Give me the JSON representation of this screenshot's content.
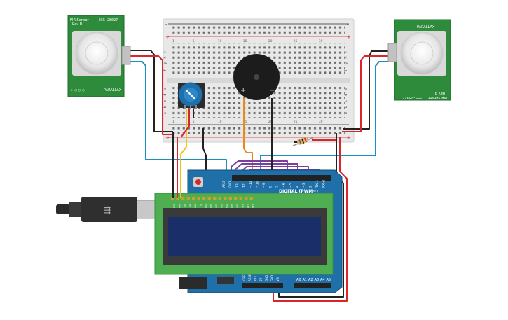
{
  "pir_left": {
    "title": "PIR Sensor",
    "rev": "Rev B",
    "part": "555-28027",
    "brand": "PARALLAX"
  },
  "pir_right": {
    "title": "PIR Sensor",
    "rev": "Rev B",
    "part": "555-28027",
    "brand": "PARALLAX"
  },
  "breadboard": {
    "row_letters_top": [
      "j",
      "i",
      "h",
      "g",
      "f"
    ],
    "row_letters_bottom": [
      "e",
      "d",
      "c",
      "b",
      "a"
    ],
    "column_numbers": [
      "1",
      "5",
      "10",
      "15",
      "20",
      "25",
      "30"
    ],
    "rail_plus": "+",
    "rail_minus": "-"
  },
  "buzzer": {
    "plus": "+",
    "minus": "−"
  },
  "arduino": {
    "digital_label": "DIGITAL (PWM~)",
    "aref": "AREF",
    "gnd": "GND",
    "pins_top": [
      "13",
      "12",
      "~11",
      "~10",
      "~9",
      "8",
      "7",
      "~6",
      "~5",
      "4",
      "~3",
      "2",
      "TX▸1",
      "RX◂0"
    ],
    "power_pins": [
      "IOREF",
      "RESET",
      "3V3",
      "5V",
      "GND",
      "GND",
      "VIN"
    ],
    "analog_pins": [
      "A0",
      "A1",
      "A2",
      "A3",
      "A4",
      "A5"
    ]
  },
  "lcd": {
    "pins": [
      "GND",
      "VCC",
      "V0",
      "RS",
      "RW",
      "E",
      "DB0",
      "DB1",
      "DB2",
      "DB3",
      "DB4",
      "DB5",
      "DB6",
      "DB7",
      "LED",
      "LED"
    ]
  },
  "colors": {
    "pcb_green": "#2e8b3c",
    "lcd_green": "#4fae52",
    "arduino_blue": "#1f6fa8",
    "wire_red": "#d8262b",
    "wire_black": "#222222",
    "wire_blue": "#1a8fc7",
    "wire_yellow": "#f2c21b",
    "wire_orange": "#e8891b",
    "wire_purple": "#7b3fa0"
  }
}
